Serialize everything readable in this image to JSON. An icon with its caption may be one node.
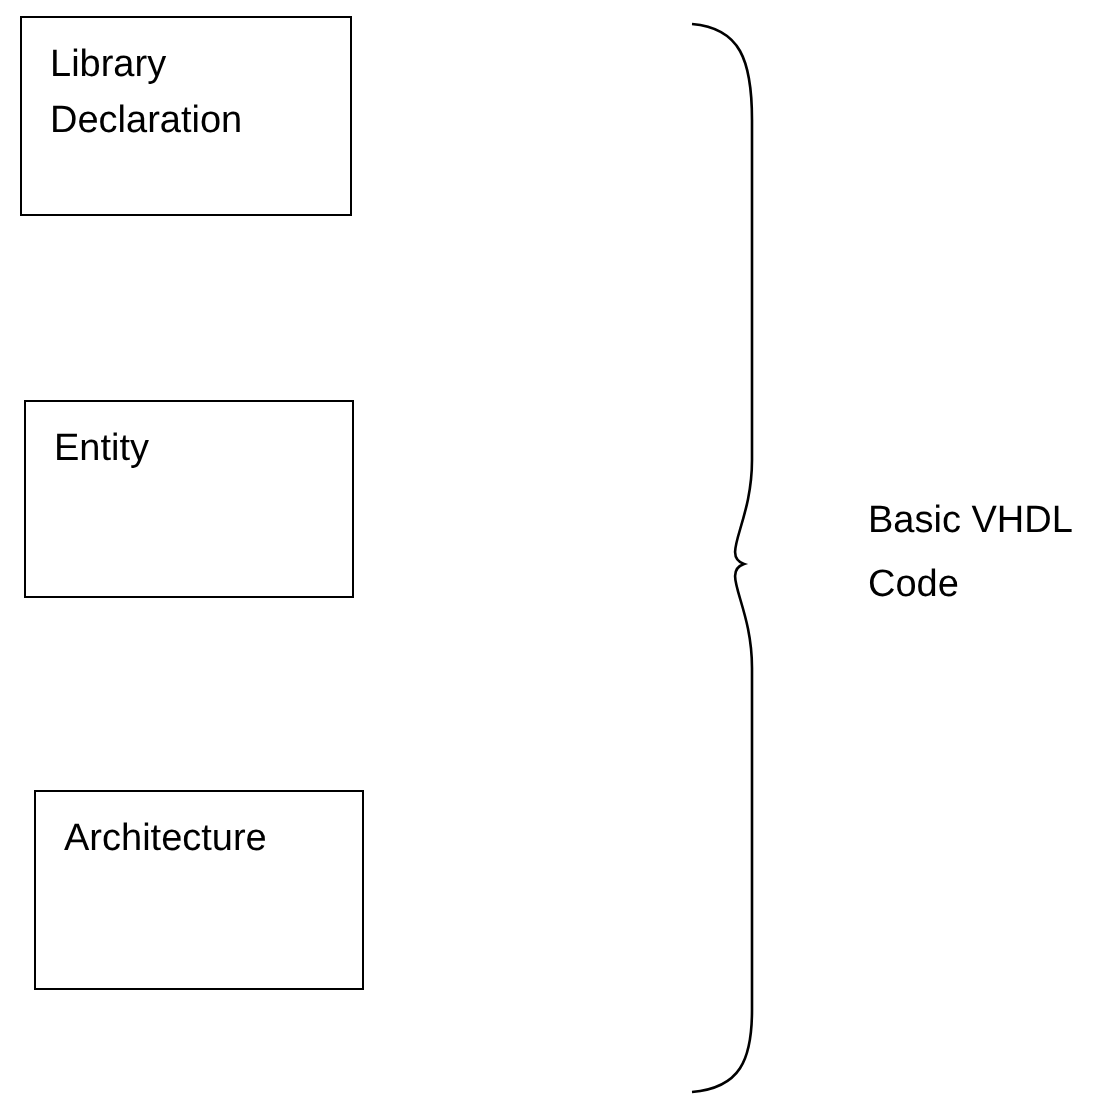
{
  "diagram": {
    "nodes": [
      {
        "text": [
          "Library Declaration"
        ]
      },
      {
        "text": [
          "Entity"
        ]
      },
      {
        "text": [
          "Architecture"
        ]
      }
    ],
    "labels": [
      "Basic VHDL Code"
    ]
  }
}
